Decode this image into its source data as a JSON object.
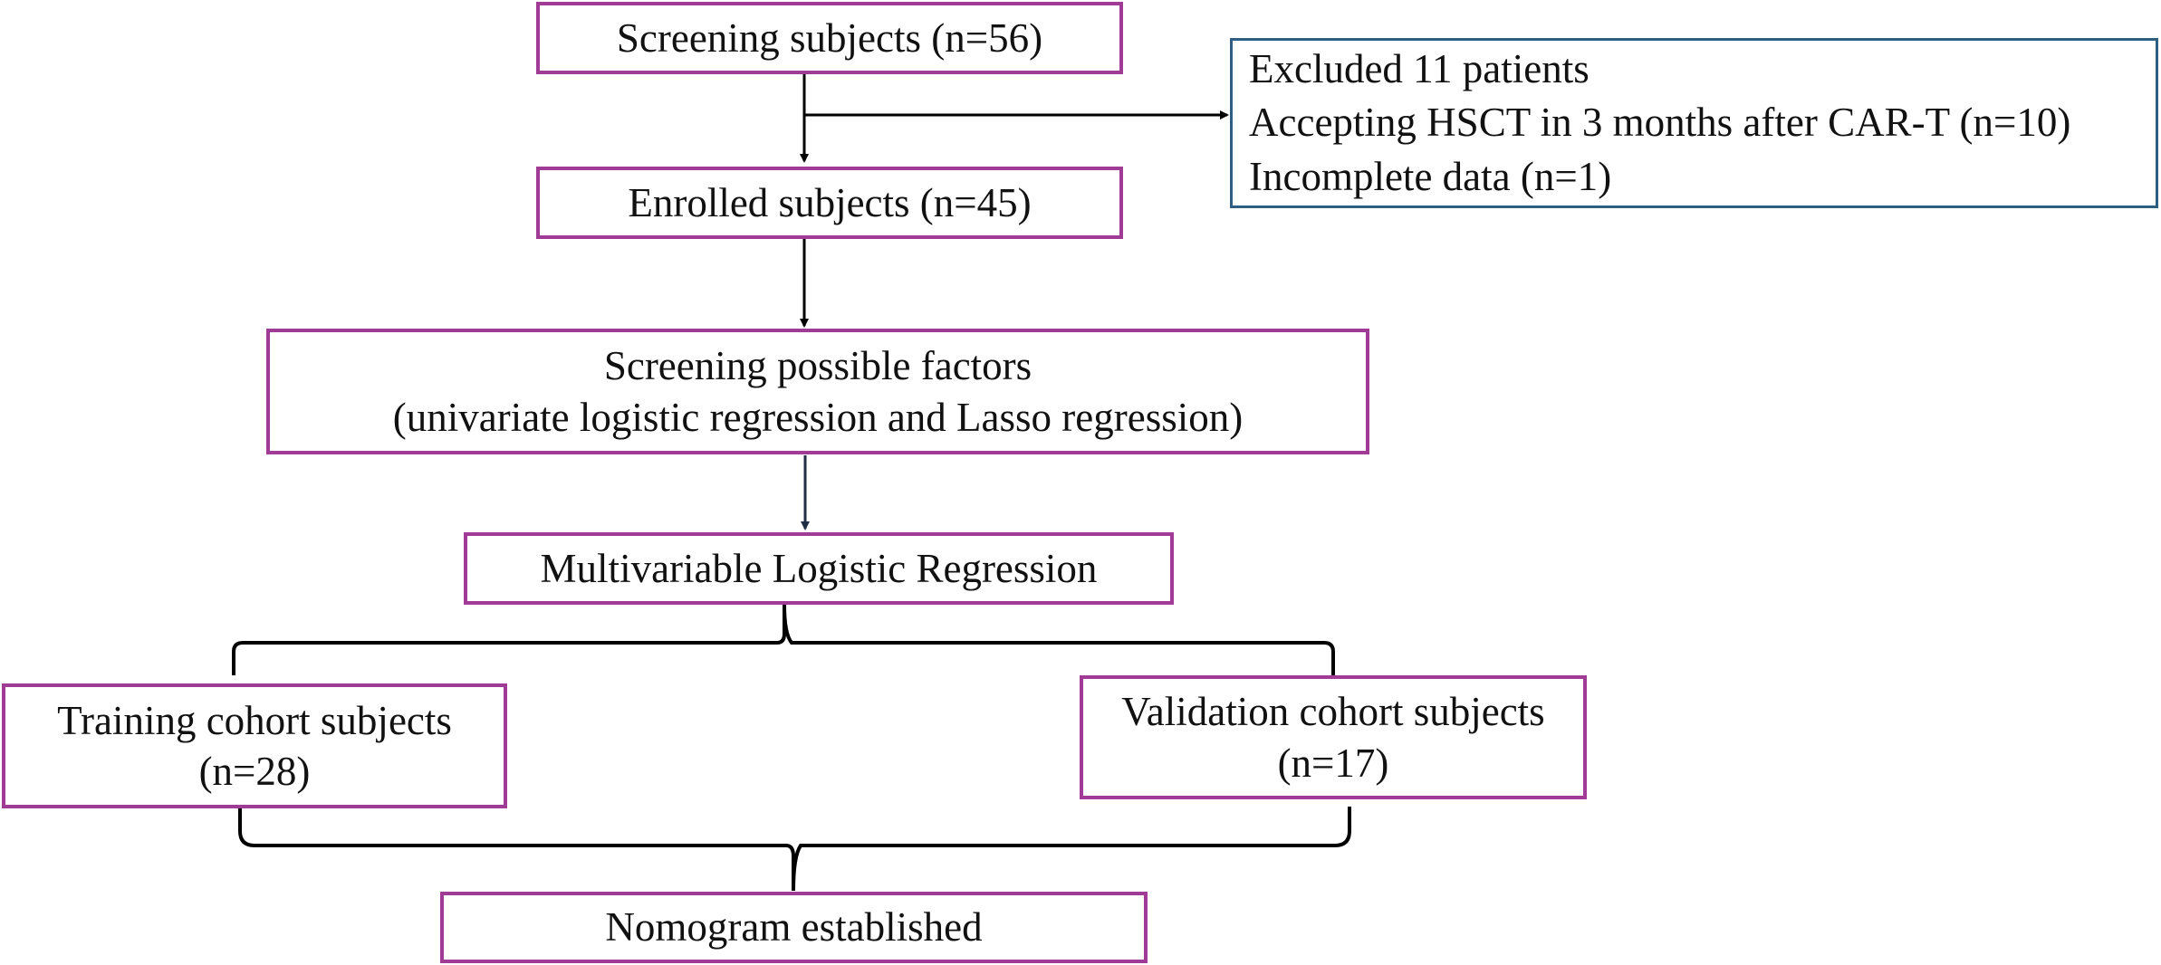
{
  "diagram": {
    "screening": "Screening subjects (n=56)",
    "excluded": {
      "title": "Excluded 11 patients",
      "reason1": "Accepting HSCT in 3 months after CAR-T (n=10)",
      "reason2": "Incomplete data (n=1)"
    },
    "enrolled": "Enrolled subjects (n=45)",
    "factors": {
      "line1": "Screening possible factors",
      "line2": "(univariate logistic regression and Lasso regression)"
    },
    "multivariable": "Multivariable Logistic Regression",
    "training": {
      "line1": "Training cohort subjects",
      "line2": "(n=28)"
    },
    "validation": {
      "line1": "Validation cohort subjects",
      "line2": "(n=17)"
    },
    "nomogram": "Nomogram established"
  },
  "colors": {
    "box_border": "#a03c96",
    "excluded_border": "#2d5f82",
    "arrow_dark": "#1f2d44"
  }
}
